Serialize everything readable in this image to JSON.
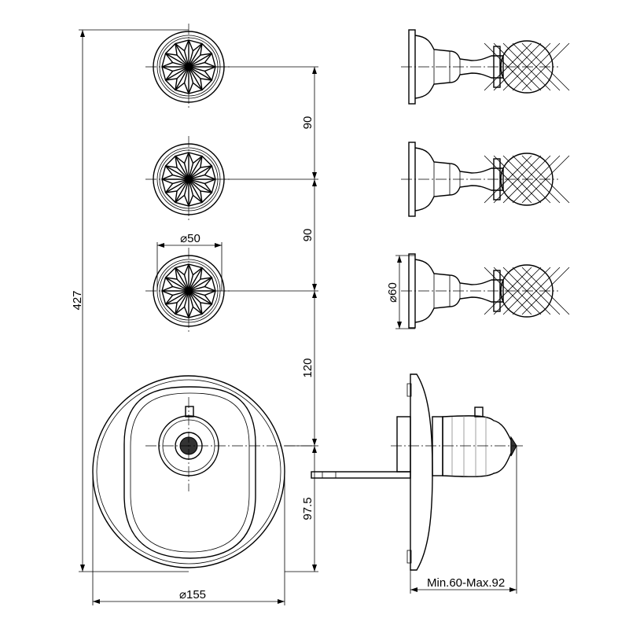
{
  "title": "Thermostatic mixer with three crystal knob valves - dimension drawing",
  "dimensions": {
    "total_height": "427",
    "spacing_1": "90",
    "spacing_2": "90",
    "spacing_3": "120",
    "lower_offset": "97.5",
    "knob_diameter": "⌀50",
    "side_diameter": "⌀60",
    "plate_diameter": "⌀155",
    "depth_range": "Min.60-Max.92"
  }
}
